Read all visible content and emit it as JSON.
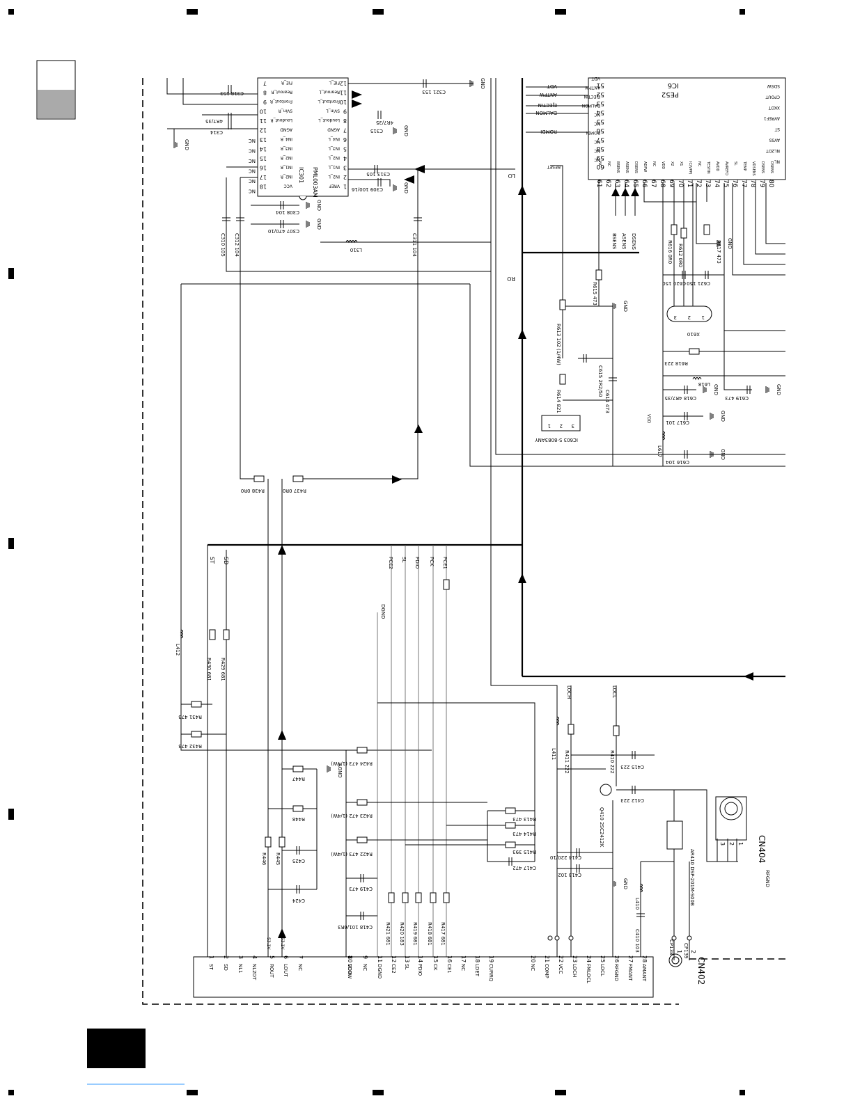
{
  "ic301": {
    "name": "IC301",
    "part": "PML003AM",
    "left_pins": [
      {
        "n": "7",
        "label": "FIE_R"
      },
      {
        "n": "8",
        "label": "Rearout_R"
      },
      {
        "n": "9",
        "label": "Frontout_R"
      },
      {
        "n": "10",
        "label": "SVin_R"
      },
      {
        "n": "11",
        "label": "Loudout_R"
      },
      {
        "n": "12",
        "label": "AGND"
      },
      {
        "n": "13",
        "label": "IN4_R"
      },
      {
        "n": "14",
        "label": "IN3_R"
      },
      {
        "n": "15",
        "label": "IN2_R"
      },
      {
        "n": "16",
        "label": "IN1_R"
      },
      {
        "n": "17",
        "label": "IN2_R"
      },
      {
        "n": "18",
        "label": "VCC"
      }
    ],
    "right_pins": [
      {
        "n": "12",
        "label": "FIE_L"
      },
      {
        "n": "11",
        "label": "Rearout_L"
      },
      {
        "n": "10",
        "label": "Frontout_L"
      },
      {
        "n": "9",
        "label": "SVin_L"
      },
      {
        "n": "8",
        "label": "Loudout_L"
      },
      {
        "n": "7",
        "label": "AGND"
      },
      {
        "n": "6",
        "label": "IN4_L"
      },
      {
        "n": "5",
        "label": "IN3_L"
      },
      {
        "n": "4",
        "label": "IN2_L"
      },
      {
        "n": "3",
        "label": "IN1_L"
      },
      {
        "n": "2",
        "label": "IN2_L"
      },
      {
        "n": "1",
        "label": "VREF"
      }
    ],
    "nc_labels": [
      "NC",
      "NC",
      "NC",
      "NC",
      "NC",
      "NC"
    ]
  },
  "ic601_top": {
    "name": "IC6",
    "part": "PE52",
    "left_pins": [
      {
        "n": "51",
        "label": "VDT"
      },
      {
        "n": "52",
        "label": "ANTPW"
      },
      {
        "n": "53",
        "label": "EJECTIN"
      },
      {
        "n": "54",
        "label": "DALMON"
      },
      {
        "n": "55",
        "label": "NC"
      },
      {
        "n": "56",
        "label": "NC"
      },
      {
        "n": "57",
        "label": "ROMDI"
      },
      {
        "n": "58",
        "label": "NC"
      },
      {
        "n": "59",
        "label": "NC"
      },
      {
        "n": "60",
        "label": "NC"
      }
    ],
    "left_nets": [
      "VDT",
      "ANTPW",
      "EJECTIN",
      "DALMON",
      "ROMDI"
    ],
    "bottom_pins": [
      {
        "n": "61",
        "label": "NC"
      },
      {
        "n": "62",
        "label": "NC"
      },
      {
        "n": "63",
        "label": "BSENS"
      },
      {
        "n": "64",
        "label": "ASENS"
      },
      {
        "n": "65",
        "label": "DSENS"
      },
      {
        "n": "66",
        "label": "ADPW"
      },
      {
        "n": "67",
        "label": "NC"
      },
      {
        "n": "68",
        "label": "VDD"
      },
      {
        "n": "69",
        "label": "X2"
      },
      {
        "n": "70",
        "label": "X1"
      },
      {
        "n": "71",
        "label": "IC(VPP)"
      },
      {
        "n": "72",
        "label": "NC"
      },
      {
        "n": "73",
        "label": "TESTIN"
      },
      {
        "n": "74",
        "label": "AVDD"
      },
      {
        "n": "75",
        "label": "AVREFO"
      },
      {
        "n": "76",
        "label": "SL"
      },
      {
        "n": "77",
        "label": "TEMP"
      },
      {
        "n": "78",
        "label": "VDSENS"
      },
      {
        "n": "79",
        "label": "DSENS"
      },
      {
        "n": "80",
        "label": "DSENS"
      }
    ],
    "right_labels": [
      "SDSW",
      "CPOUT",
      "XKOT",
      "AVREF1",
      "ST",
      "AVSS",
      "NL2DT",
      "NL"
    ]
  },
  "components": {
    "C318": "C318 153",
    "C321": "C321 153",
    "R_4R7_1": "4R7/35",
    "R_4R7_2": "4R7/35",
    "C314": "C314",
    "C315": "C315",
    "C313": "C313 105",
    "C309": "C309 100/16",
    "C310": "C310 105",
    "C312": "C312 104",
    "C308": "C308 104",
    "C307": "C307 470/10",
    "C311": "C311 104",
    "L310": "L310",
    "R438": "R438 0R0",
    "R437": "R437 0R0",
    "R613": "R613 102 (1/4W)",
    "R615": "R615 473",
    "R614": "R614 821",
    "C615": "C615 2R2/50",
    "C614": "C614 473",
    "IC603": "IC603 S-8083ANY",
    "R616": "R616 0R0",
    "R612": "R612 0R0",
    "R617": "R617 473",
    "C620": "C620 150",
    "C621": "C621 150",
    "X610": "X610",
    "R618": "R618 223",
    "L618": "L618",
    "C618": "C618 4R7/35",
    "C619": "C619 473",
    "C617": "C617 101",
    "C616": "C616 104",
    "L617": "L617",
    "L412": "L412",
    "R430": "R430 681",
    "R429": "R429 681",
    "R431": "R431 473",
    "R432": "R432 473",
    "R424": "R424 473 (1/4W)",
    "R447": "R447",
    "R446": "R446",
    "R445": "R445",
    "R448": "R448",
    "C425": "C425",
    "C424": "C424",
    "R423": "R423 472 (1/4W)",
    "R422": "R422 473 (1/4W)",
    "C419": "C419 473",
    "C418": "C418 101/6R3",
    "R413": "R413 473",
    "R414": "R414 473",
    "R415": "R415 393",
    "C417": "C417 472",
    "R421": "R421 681",
    "R420": "R420 183",
    "R419": "R419 681",
    "R418": "R418 681",
    "R417": "R417 681",
    "L411": "L411",
    "R411": "R411 222",
    "R410": "R410 222",
    "C415": "C415 223",
    "C412": "C412 223",
    "Q410": "Q410 2SC2412K",
    "C413": "C413 102",
    "C414": "C414 220/10",
    "AR410": "AR410 DSP-201M-S00B",
    "L410": "L410",
    "C410": "C410 103",
    "CP138": "CP138",
    "CP139": "CP139"
  },
  "nets": {
    "LO": "LO",
    "RO": "RO",
    "ST": "ST",
    "SD": "SD",
    "PCE2": "PCE2",
    "SL": "SL",
    "PDIO": "PDIO",
    "PCK": "PCK",
    "PCE1": "PCE1",
    "DGND": "DGND",
    "LOCH": "LOCH",
    "LOCL": "LOCL",
    "RESET": "RESET",
    "BSENS": "BSENS",
    "ASENS": "ASENS",
    "DSENS": "DSENS",
    "VDD": "VDD",
    "GND": "GND",
    "AGND": "AGND",
    "RFGND": "RFGND"
  },
  "cn402": {
    "name": "CN402",
    "pins": [
      {
        "n": "1",
        "label": "ST"
      },
      {
        "n": "2",
        "label": "SD"
      },
      {
        "n": "3",
        "label": "NL1"
      },
      {
        "n": "4",
        "label": "NL2DT"
      },
      {
        "n": "5",
        "label": "ROUT"
      },
      {
        "n": "6",
        "label": "LOUT"
      },
      {
        "n": "7",
        "label": "NC"
      },
      {
        "n": "8",
        "label": "SDBW"
      },
      {
        "n": "10",
        "label": "VDD"
      },
      {
        "n": "9",
        "label": "NC"
      },
      {
        "n": "11",
        "label": "DGND"
      },
      {
        "n": "12",
        "label": "CE2"
      },
      {
        "n": "13",
        "label": "SL"
      },
      {
        "n": "14",
        "label": "PDIO"
      },
      {
        "n": "15",
        "label": "CK"
      },
      {
        "n": "16",
        "label": "CE1"
      },
      {
        "n": "17",
        "label": "NC"
      },
      {
        "n": "18",
        "label": "LDET"
      },
      {
        "n": "19",
        "label": "CURRQ"
      },
      {
        "n": "20",
        "label": "NC"
      },
      {
        "n": "21",
        "label": "COMP"
      },
      {
        "n": "22",
        "label": "VCC"
      },
      {
        "n": "23",
        "label": "LOCH"
      },
      {
        "n": "24",
        "label": "FMLOCL"
      },
      {
        "n": "25",
        "label": "LOCL"
      },
      {
        "n": "26",
        "label": "RFGND"
      },
      {
        "n": "27",
        "label": "FMANT"
      },
      {
        "n": "28",
        "label": "AMANT"
      }
    ],
    "voltage_labels": [
      "S3.1V",
      "S3.1V"
    ]
  },
  "cn404": {
    "name": "CN404",
    "pins": [
      "3",
      "2",
      "1"
    ]
  }
}
